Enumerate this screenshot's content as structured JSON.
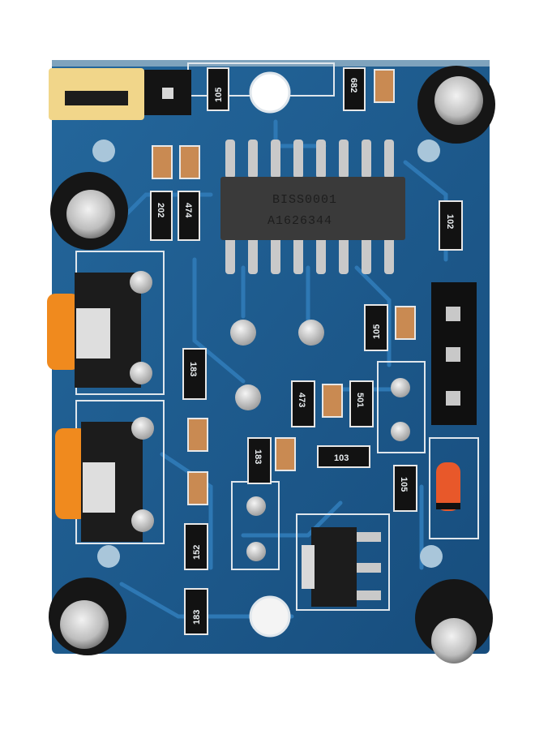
{
  "image": {
    "subject": "PIR motion sensor module circuit board",
    "board_color": "#1f5f93",
    "background_color": "#ffffff"
  },
  "ic": {
    "marking_line1": "BISS0001",
    "marking_line2": "A1626344"
  },
  "resistor_labels": {
    "r105_top": "105",
    "r682": "682",
    "r202": "202",
    "r474": "474",
    "r102": "102",
    "r105_mid": "105",
    "r183_a": "183",
    "r473": "473",
    "r501": "501",
    "r183_b": "183",
    "r103": "103",
    "r105_low": "105",
    "r152": "152",
    "r183_c": "183"
  }
}
